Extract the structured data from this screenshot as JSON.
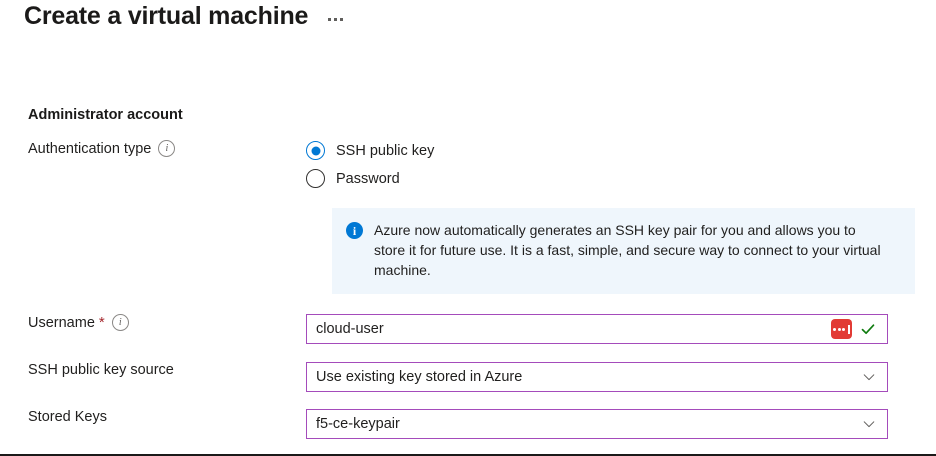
{
  "header": {
    "title": "Create a virtual machine",
    "overflow_menu": "..."
  },
  "section": {
    "heading": "Administrator account"
  },
  "auth_type": {
    "label": "Authentication type",
    "info_icon": "info-circle-icon",
    "options": [
      {
        "label": "SSH public key",
        "selected": true
      },
      {
        "label": "Password",
        "selected": false
      }
    ]
  },
  "banner": {
    "icon": "info-filled-icon",
    "text": "Azure now automatically generates an SSH key pair for you and allows you to store it for future use. It is a fast, simple, and secure way to connect to your virtual machine.",
    "background": "#eff6fc",
    "icon_color": "#0078d4"
  },
  "username": {
    "label": "Username",
    "required_marker": "*",
    "info_icon": "info-circle-icon",
    "value": "cloud-user",
    "placeholder": "",
    "password_manager_icon": "password-manager-icon",
    "password_manager_color": "#e23b35",
    "validation_icon": "checkmark-icon",
    "validation_color": "#107c10"
  },
  "key_source": {
    "label": "SSH public key source",
    "value": "Use existing key stored in Azure",
    "chevron_icon": "chevron-down-icon"
  },
  "stored_keys": {
    "label": "Stored Keys",
    "value": "f5-ce-keypair",
    "chevron_icon": "chevron-down-icon"
  },
  "theme": {
    "field_border": "#a44bbb",
    "accent": "#0078d4",
    "required": "#a4262c"
  }
}
